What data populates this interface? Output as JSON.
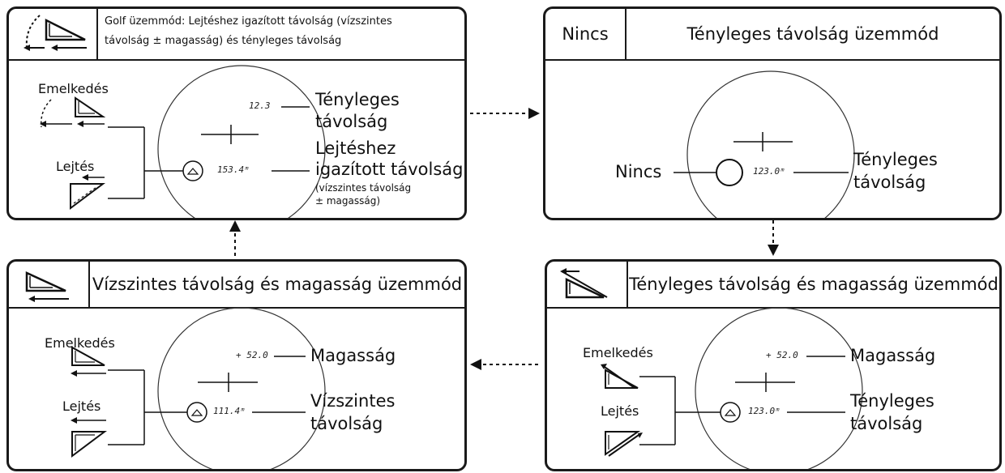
{
  "panels": {
    "golf": {
      "title_line1": "Golf üzemmód: Lejtéshez igazított távolság (vízszintes",
      "title_line2": "távolság ± magasság) és tényleges távolság",
      "label_rise": "Emelkedés",
      "label_fall": "Lejtés",
      "readout_top": "12.3",
      "readout_bottom": "153.4ᵐ",
      "callout_top_line1": "Tényleges",
      "callout_top_line2": "távolság",
      "callout_bottom_line1": "Lejtéshez",
      "callout_bottom_line2": "igazított távolság",
      "callout_bottom_note1": "(vízszintes távolság",
      "callout_bottom_note2": "± magasság)"
    },
    "actual": {
      "icon_label": "Nincs",
      "title": "Tényleges távolság üzemmód",
      "label_none": "Nincs",
      "readout": "123.0ᵐ",
      "callout_line1": "Tényleges",
      "callout_line2": "távolság"
    },
    "horizontal": {
      "title": "Vízszintes távolság és magasság üzemmód",
      "label_rise": "Emelkedés",
      "label_fall": "Lejtés",
      "readout_top": "+ 52.0",
      "readout_bottom": "111.4ᵐ",
      "callout_top": "Magasság",
      "callout_bottom_line1": "Vízszintes",
      "callout_bottom_line2": "távolság"
    },
    "actual_height": {
      "title": "Tényleges távolság és magasság üzemmód",
      "label_rise": "Emelkedés",
      "label_fall": "Lejtés",
      "readout_top": "+ 52.0",
      "readout_bottom": "123.0ᵐ",
      "callout_top": "Magasság",
      "callout_bottom_line1": "Tényleges",
      "callout_bottom_line2": "távolság"
    }
  }
}
